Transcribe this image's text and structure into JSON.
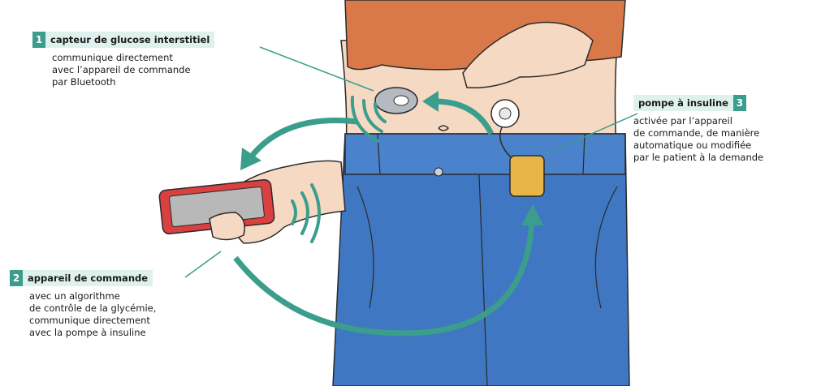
{
  "colors": {
    "accent": "#3b9e8c",
    "label_bg": "#dff1ec",
    "jeans": "#3f77c2",
    "skin": "#f6d9c2",
    "shirt": "#d9794a",
    "device": "#d94040",
    "pump": "#e6b447"
  },
  "callouts": [
    {
      "number": "1",
      "title": "capteur de glucose interstitiel",
      "description": "communique directement\navec l’appareil de commande\npar Bluetooth"
    },
    {
      "number": "2",
      "title": "appareil de commande",
      "description": "avec un algorithme\nde contrôle de la glycémie,\ncommunique directement\navec la pompe à insuline"
    },
    {
      "number": "3",
      "title": "pompe à insuline",
      "description": "activée par l’appareil\nde commande, de manière\nautomatique ou modifiée\npar le patient à la demande"
    }
  ]
}
